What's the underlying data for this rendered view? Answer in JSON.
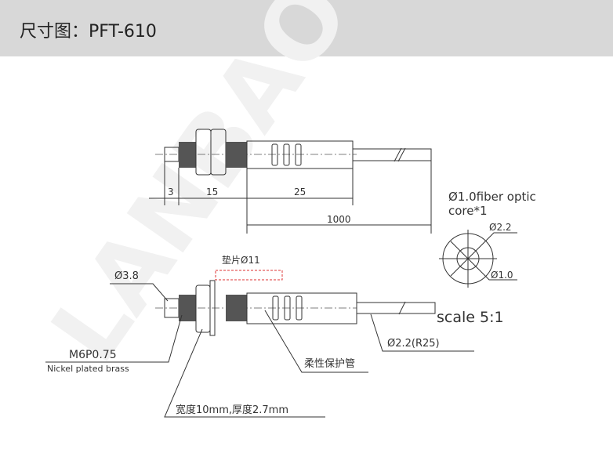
{
  "header": {
    "title": "尺寸图：PFT-610"
  },
  "watermark": "LANBAO",
  "top_view": {
    "dims": [
      "3",
      "15",
      "25",
      "1000"
    ]
  },
  "fiber": {
    "desc1": "Ø1.0fiber optic",
    "desc2": "core*1",
    "outer": "Ø2.2",
    "inner": "Ø1.0"
  },
  "bottom_view": {
    "tip_dia": "Ø3.8",
    "washer": "垫片Ø11",
    "thread": "M6P0.75",
    "material": "Nickel plated brass",
    "nut": "宽度10mm,厚度2.7mm",
    "tube": "柔性保护管",
    "cable": "Ø2.2(R25)",
    "scale": "scale 5:1"
  }
}
